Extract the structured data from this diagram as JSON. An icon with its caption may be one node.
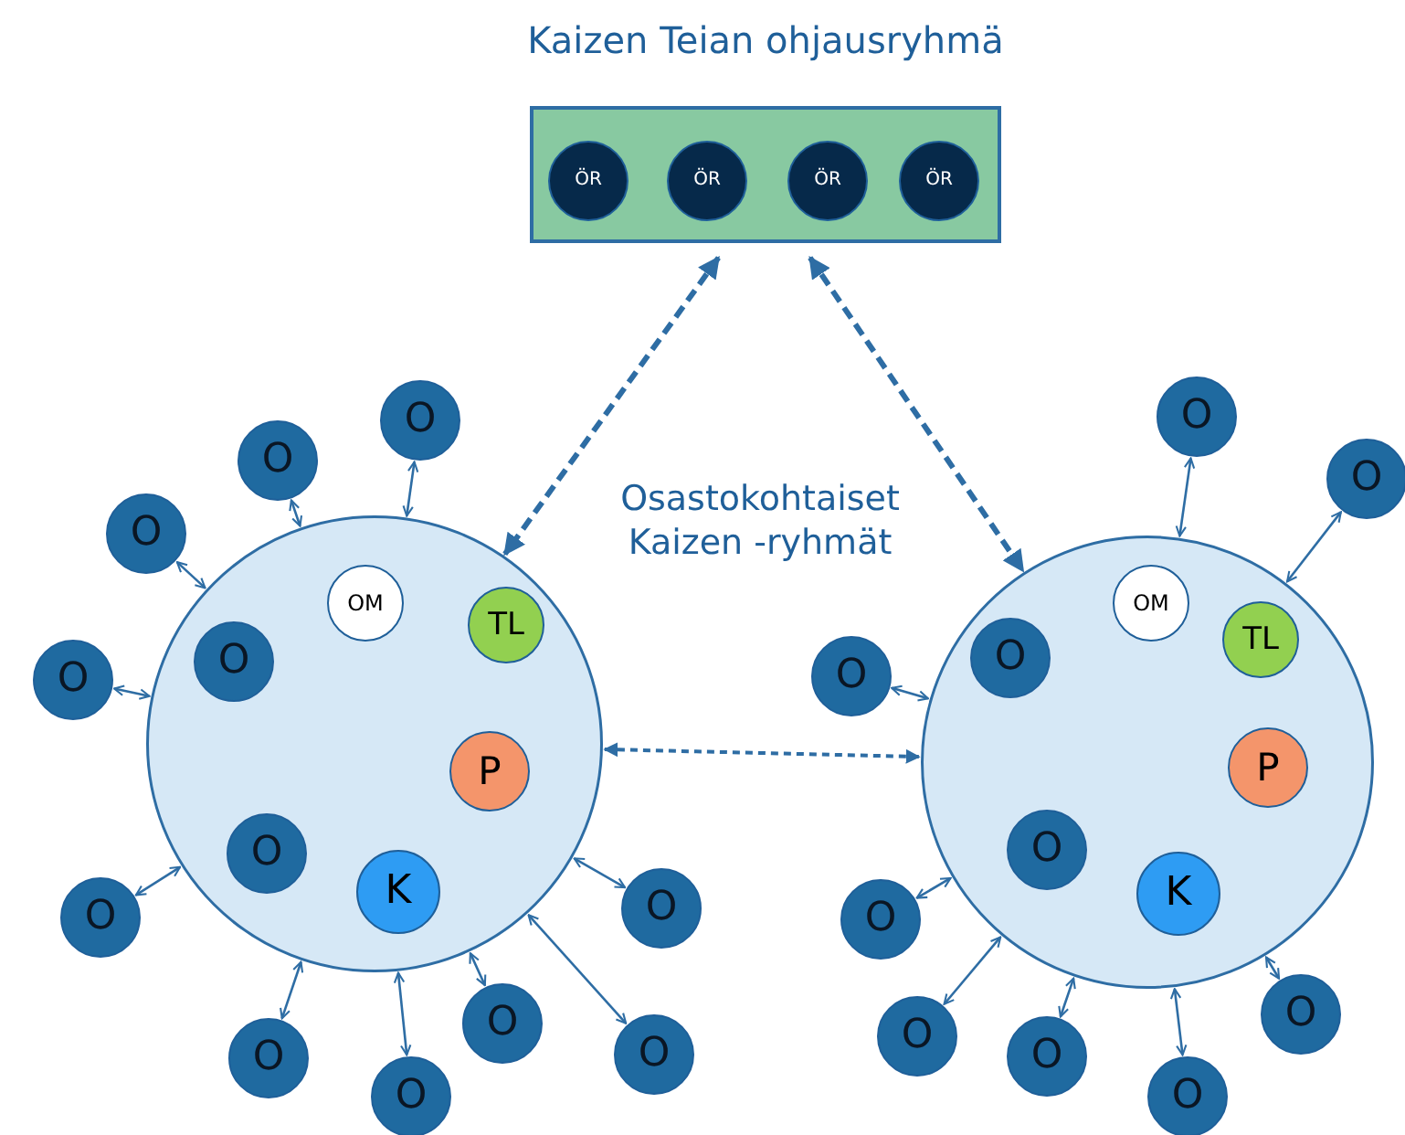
{
  "diagram": {
    "nodes": [
      {
        "text": [
          "Kaizen Teian ohjausryhmä"
        ]
      },
      {
        "text": [
          "ÖR"
        ],
        "in": 0
      },
      {
        "text": [
          "ÖR"
        ],
        "in": 0
      },
      {
        "text": [
          "ÖR"
        ],
        "in": 0
      },
      {
        "text": [
          "ÖR"
        ],
        "in": 0
      },
      {
        "text": [],
        "shape": "circle"
      },
      {
        "text": [
          "OM"
        ],
        "in": 5
      },
      {
        "text": [
          "TL"
        ],
        "in": 5
      },
      {
        "text": [
          "O"
        ],
        "in": 5
      },
      {
        "text": [
          "P"
        ],
        "in": 5
      },
      {
        "text": [
          "O"
        ],
        "in": 5
      },
      {
        "text": [
          "K"
        ],
        "in": 5
      },
      {
        "text": [],
        "shape": "circle"
      },
      {
        "text": [
          "OM"
        ],
        "in": 12
      },
      {
        "text": [
          "TL"
        ],
        "in": 12
      },
      {
        "text": [
          "O"
        ],
        "in": 12
      },
      {
        "text": [
          "P"
        ],
        "in": 12
      },
      {
        "text": [
          "O"
        ],
        "in": 12
      },
      {
        "text": [
          "K"
        ],
        "in": 12
      },
      {
        "text": [
          "O"
        ]
      },
      {
        "text": [
          "O"
        ]
      },
      {
        "text": [
          "O"
        ]
      },
      {
        "text": [
          "O"
        ]
      },
      {
        "text": [
          "O"
        ]
      },
      {
        "text": [
          "O"
        ]
      },
      {
        "text": [
          "O"
        ]
      },
      {
        "text": [
          "O"
        ]
      },
      {
        "text": [
          "O"
        ]
      },
      {
        "text": [
          "O"
        ]
      },
      {
        "text": [
          "O"
        ]
      },
      {
        "text": [
          "O"
        ]
      },
      {
        "text": [
          "O"
        ]
      },
      {
        "text": [
          "O"
        ]
      },
      {
        "text": [
          "O"
        ]
      },
      {
        "text": [
          "O"
        ]
      },
      {
        "text": [
          "O"
        ]
      },
      {
        "text": [
          "O"
        ]
      }
    ],
    "edges": [
      {
        "from": 0,
        "to": 5,
        "arrow": "both",
        "style": "dashed"
      },
      {
        "from": 0,
        "to": 12,
        "arrow": "both",
        "style": "dashed"
      },
      {
        "from": 5,
        "to": 12,
        "arrow": "both",
        "style": "dashed"
      },
      {
        "from": 5,
        "to": 19,
        "arrow": "both"
      },
      {
        "from": 5,
        "to": 20,
        "arrow": "both"
      },
      {
        "from": 5,
        "to": 21,
        "arrow": "both"
      },
      {
        "from": 5,
        "to": 22,
        "arrow": "both"
      },
      {
        "from": 5,
        "to": 23,
        "arrow": "both"
      },
      {
        "from": 5,
        "to": 24,
        "arrow": "both"
      },
      {
        "from": 5,
        "to": 25,
        "arrow": "both"
      },
      {
        "from": 5,
        "to": 26,
        "arrow": "both"
      },
      {
        "from": 5,
        "to": 27,
        "arrow": "both"
      },
      {
        "from": 5,
        "to": 28,
        "arrow": "both"
      },
      {
        "from": 12,
        "to": 29,
        "arrow": "both"
      },
      {
        "from": 12,
        "to": 30,
        "arrow": "both"
      },
      {
        "from": 12,
        "to": 31,
        "arrow": "both"
      },
      {
        "from": 12,
        "to": 32,
        "arrow": "both"
      },
      {
        "from": 12,
        "to": 33,
        "arrow": "both"
      },
      {
        "from": 12,
        "to": 34,
        "arrow": "both"
      },
      {
        "from": 12,
        "to": 35,
        "arrow": "both"
      },
      {
        "from": 12,
        "to": 36,
        "arrow": "both"
      }
    ],
    "labels": [
      "Osastokohtaiset Kaizen -ryhmät"
    ]
  }
}
